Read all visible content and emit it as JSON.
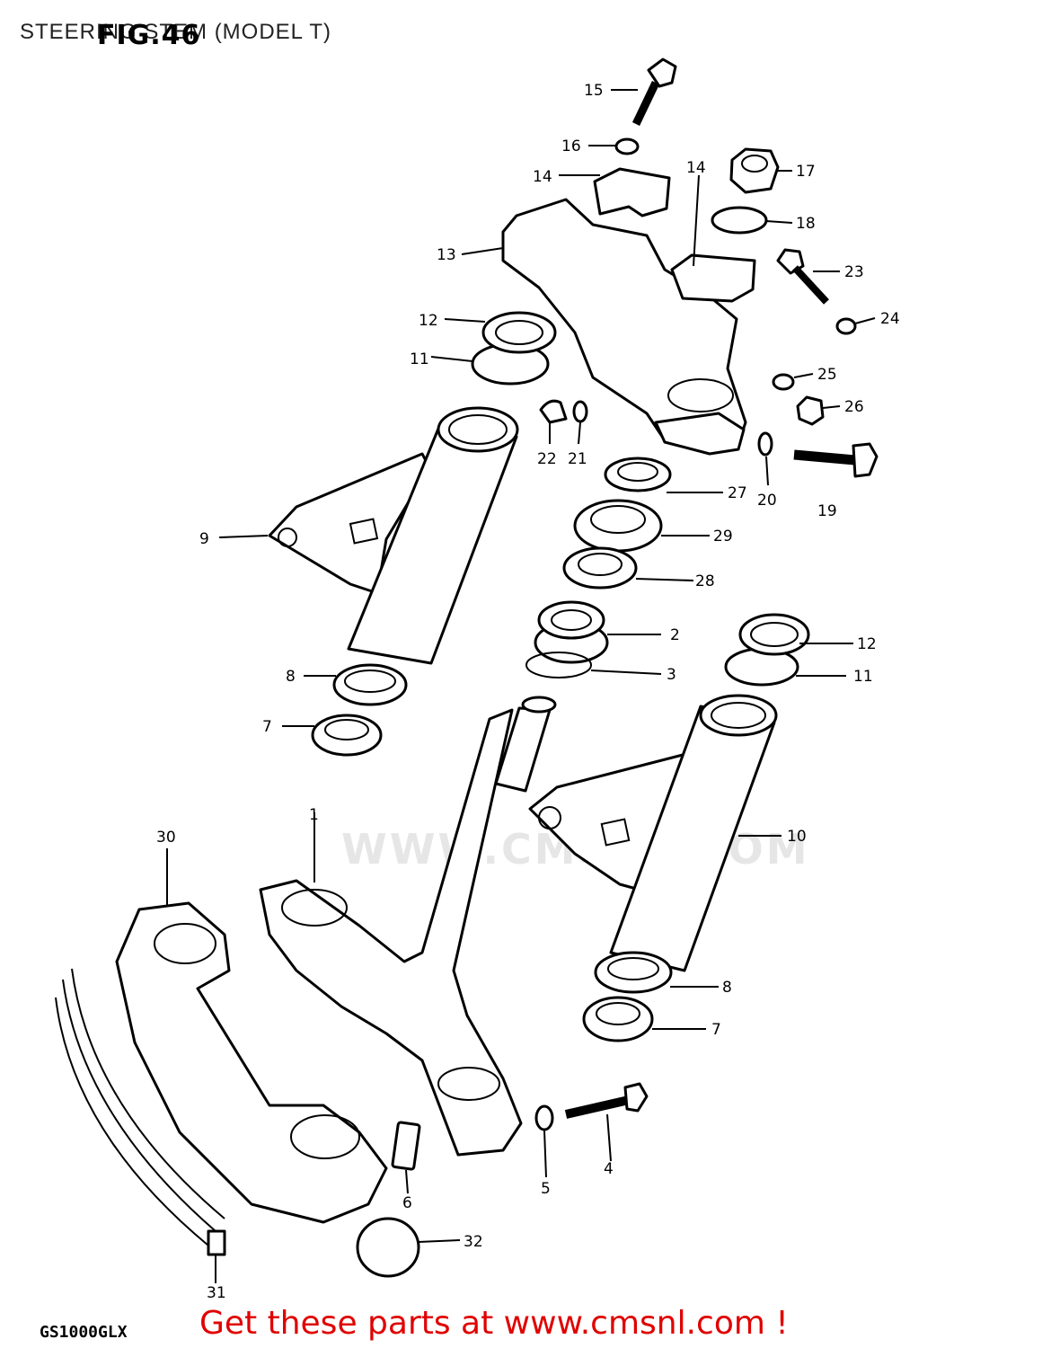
{
  "header": {
    "title": "STEERING STEM (MODEL T)",
    "fig_label": "FIG.46"
  },
  "footer": {
    "model": "GS1000GLX",
    "promo": "Get these parts at www.cmsnl.com !"
  },
  "watermark": "WWW.CMSNL.COM",
  "colors": {
    "promo": "#e00000",
    "line": "#000000"
  },
  "callouts": [
    {
      "id": "c15",
      "text": "15"
    },
    {
      "id": "c16",
      "text": "16"
    },
    {
      "id": "c14a",
      "text": "14"
    },
    {
      "id": "c14b",
      "text": "14"
    },
    {
      "id": "c17",
      "text": "17"
    },
    {
      "id": "c18",
      "text": "18"
    },
    {
      "id": "c13",
      "text": "13"
    },
    {
      "id": "c23",
      "text": "23"
    },
    {
      "id": "c24",
      "text": "24"
    },
    {
      "id": "c12a",
      "text": "12"
    },
    {
      "id": "c11a",
      "text": "11"
    },
    {
      "id": "c25",
      "text": "25"
    },
    {
      "id": "c26",
      "text": "26"
    },
    {
      "id": "c22",
      "text": "22"
    },
    {
      "id": "c21",
      "text": "21"
    },
    {
      "id": "c20",
      "text": "20"
    },
    {
      "id": "c19",
      "text": "19"
    },
    {
      "id": "c27",
      "text": "27"
    },
    {
      "id": "c29",
      "text": "29"
    },
    {
      "id": "c28",
      "text": "28"
    },
    {
      "id": "c9",
      "text": "9"
    },
    {
      "id": "c2",
      "text": "2"
    },
    {
      "id": "c3",
      "text": "3"
    },
    {
      "id": "c12b",
      "text": "12"
    },
    {
      "id": "c11b",
      "text": "11"
    },
    {
      "id": "c8a",
      "text": "8"
    },
    {
      "id": "c7a",
      "text": "7"
    },
    {
      "id": "c30",
      "text": "30"
    },
    {
      "id": "c1",
      "text": "1"
    },
    {
      "id": "c10",
      "text": "10"
    },
    {
      "id": "c8b",
      "text": "8"
    },
    {
      "id": "c7b",
      "text": "7"
    },
    {
      "id": "c4",
      "text": "4"
    },
    {
      "id": "c5",
      "text": "5"
    },
    {
      "id": "c6",
      "text": "6"
    },
    {
      "id": "c32",
      "text": "32"
    },
    {
      "id": "c31",
      "text": "31"
    }
  ]
}
